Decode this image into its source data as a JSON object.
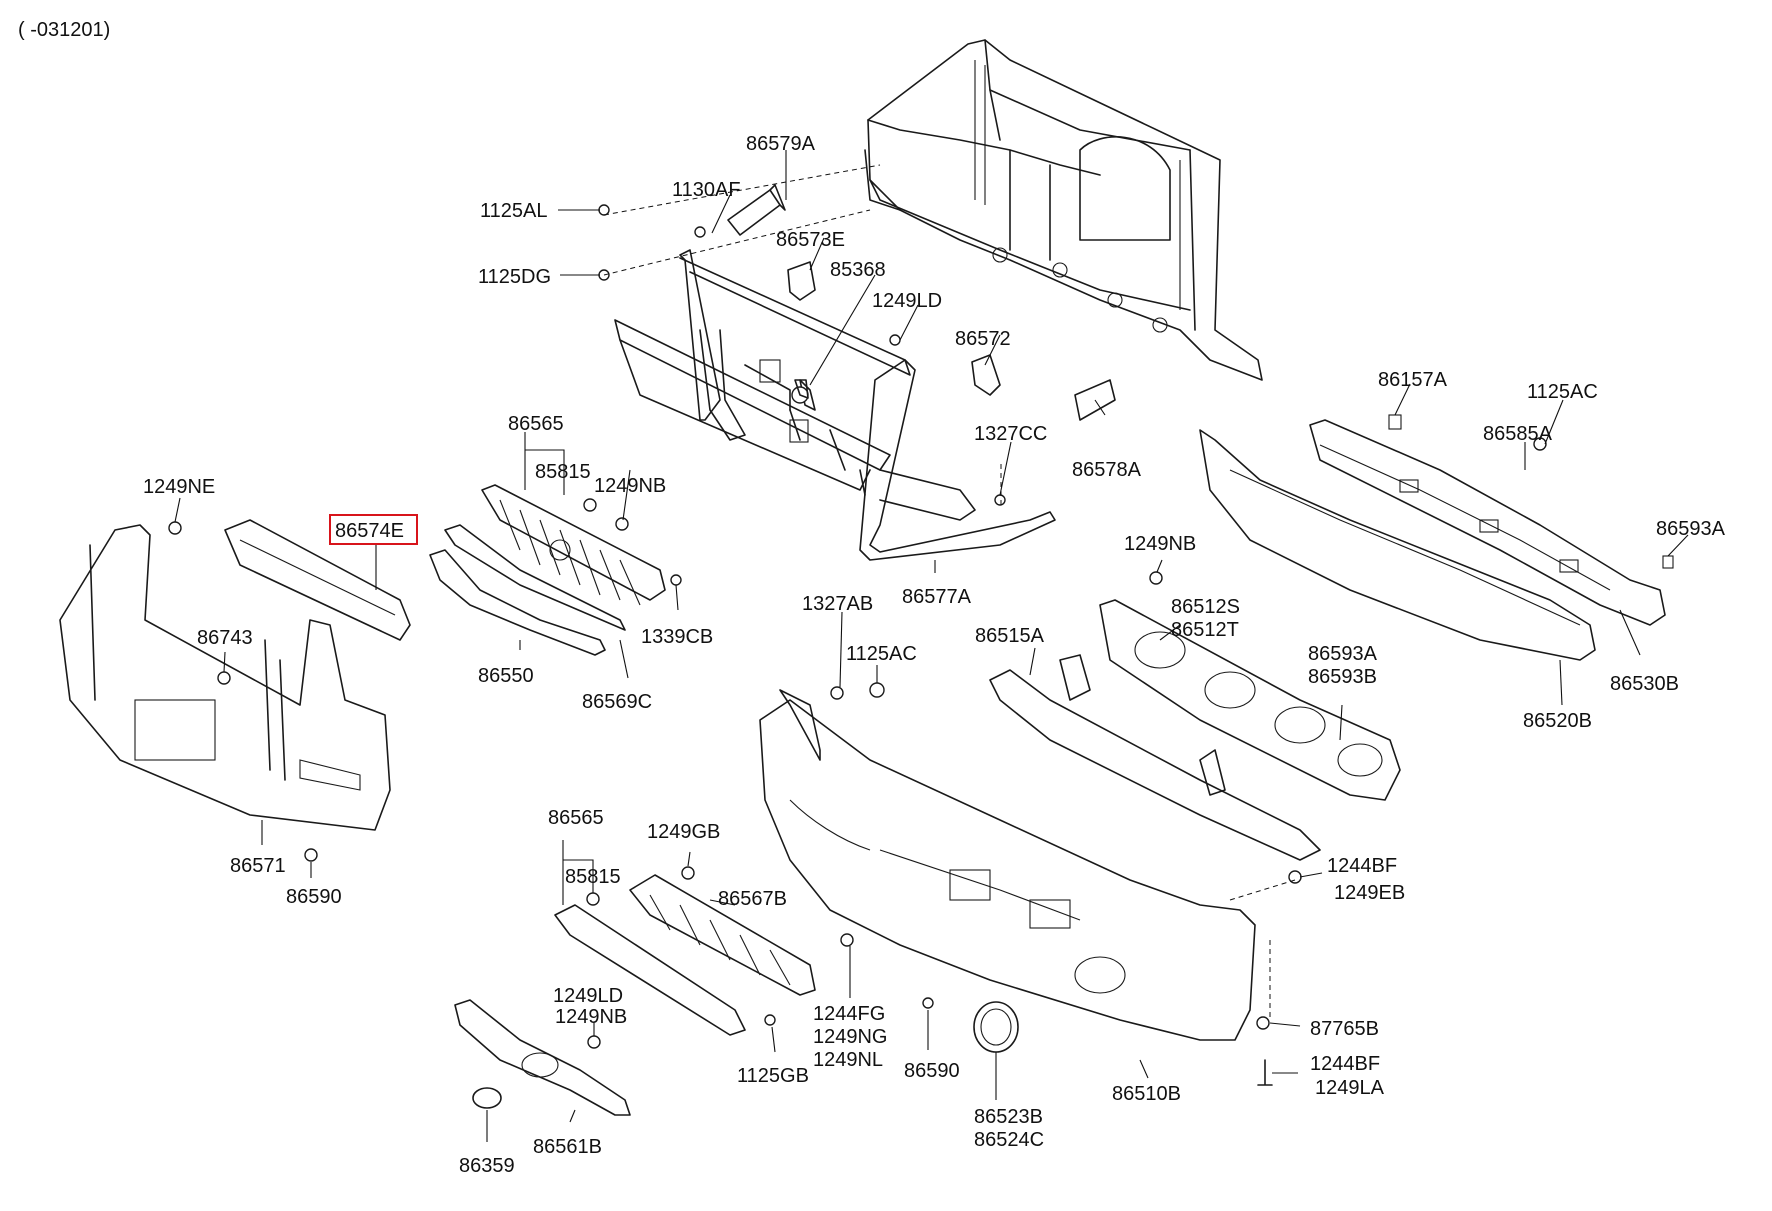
{
  "header_text": "( -031201)",
  "highlight": {
    "part": "86574E",
    "color": "#d8141b"
  },
  "parts": {
    "p86579A": "86579A",
    "p1130AF": "1130AF",
    "p1125AL": "1125AL",
    "p86573E": "86573E",
    "p85368": "85368",
    "p1125DG": "1125DG",
    "p1249LD_top": "1249LD",
    "p86572": "86572",
    "p1327CC": "1327CC",
    "p86578A": "86578A",
    "p86157A": "86157A",
    "p1125AC_right": "1125AC",
    "p86585A": "86585A",
    "p86593A_right": "86593A",
    "p86530B": "86530B",
    "p86520B": "86520B",
    "p86565_top": "86565",
    "p85815_top": "85815",
    "p1249NB_mid": "1249NB",
    "p1249NE": "1249NE",
    "p86574E": "86574E",
    "p86743": "86743",
    "p1339CB": "1339CB",
    "p86550": "86550",
    "p86569C": "86569C",
    "p86571": "86571",
    "p86590_left": "86590",
    "p86577A": "86577A",
    "p1327AB": "1327AB",
    "p1125AC_mid": "1125AC",
    "p86515A": "86515A",
    "p1249NB_right": "1249NB",
    "p86512S": "86512S",
    "p86512T": "86512T",
    "p86593A_mid": "86593A",
    "p86593B": "86593B",
    "p86565_bottom": "86565",
    "p85815_bottom": "85815",
    "p1249GB": "1249GB",
    "p86567B": "86567B",
    "p1244BF_top": "1244BF",
    "p1249EB": "1249EB",
    "p1249LD_bottom": "1249LD",
    "p1249NB_bottom": "1249NB",
    "p1244FG": "1244FG",
    "p1249NG": "1249NG",
    "p1249NL": "1249NL",
    "p1125GB": "1125GB",
    "p86590_bottom": "86590",
    "p87765B": "87765B",
    "p1244BF_bottom": "1244BF",
    "p1249LA": "1249LA",
    "p86510B": "86510B",
    "p86523B": "86523B",
    "p86524C": "86524C",
    "p86561B": "86561B",
    "p86359": "86359"
  }
}
